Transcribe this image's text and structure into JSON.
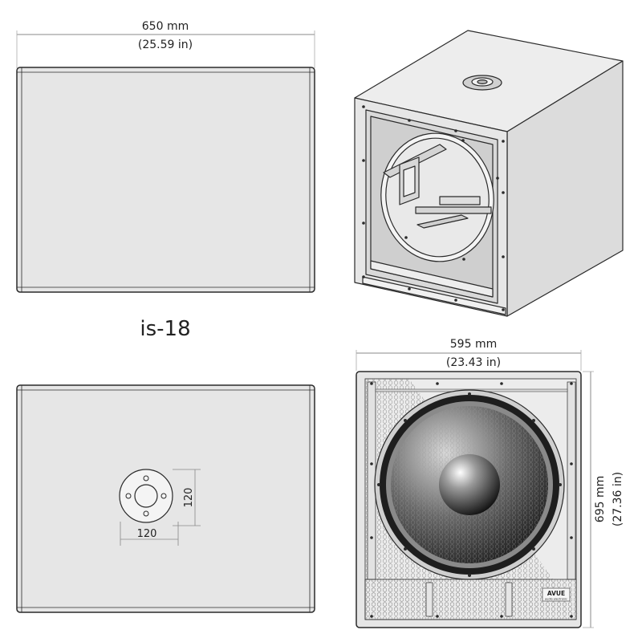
{
  "model_name": "is-18",
  "top_view": {
    "width_mm": "650 mm",
    "width_in": "(25.59 in)"
  },
  "front_view": {
    "width_mm": "595 mm",
    "width_in": "(23.43 in)",
    "height_mm": "695 mm",
    "height_in": "(27.36 in)",
    "logo_text": "AVUE",
    "logo_subtext": "audio electronic"
  },
  "pole_mount": {
    "offset_x": "120",
    "offset_y": "120"
  },
  "colors": {
    "cabinet_fill": "#e6e6e6",
    "line": "#2a2a2a",
    "dimension_line": "#888888"
  }
}
